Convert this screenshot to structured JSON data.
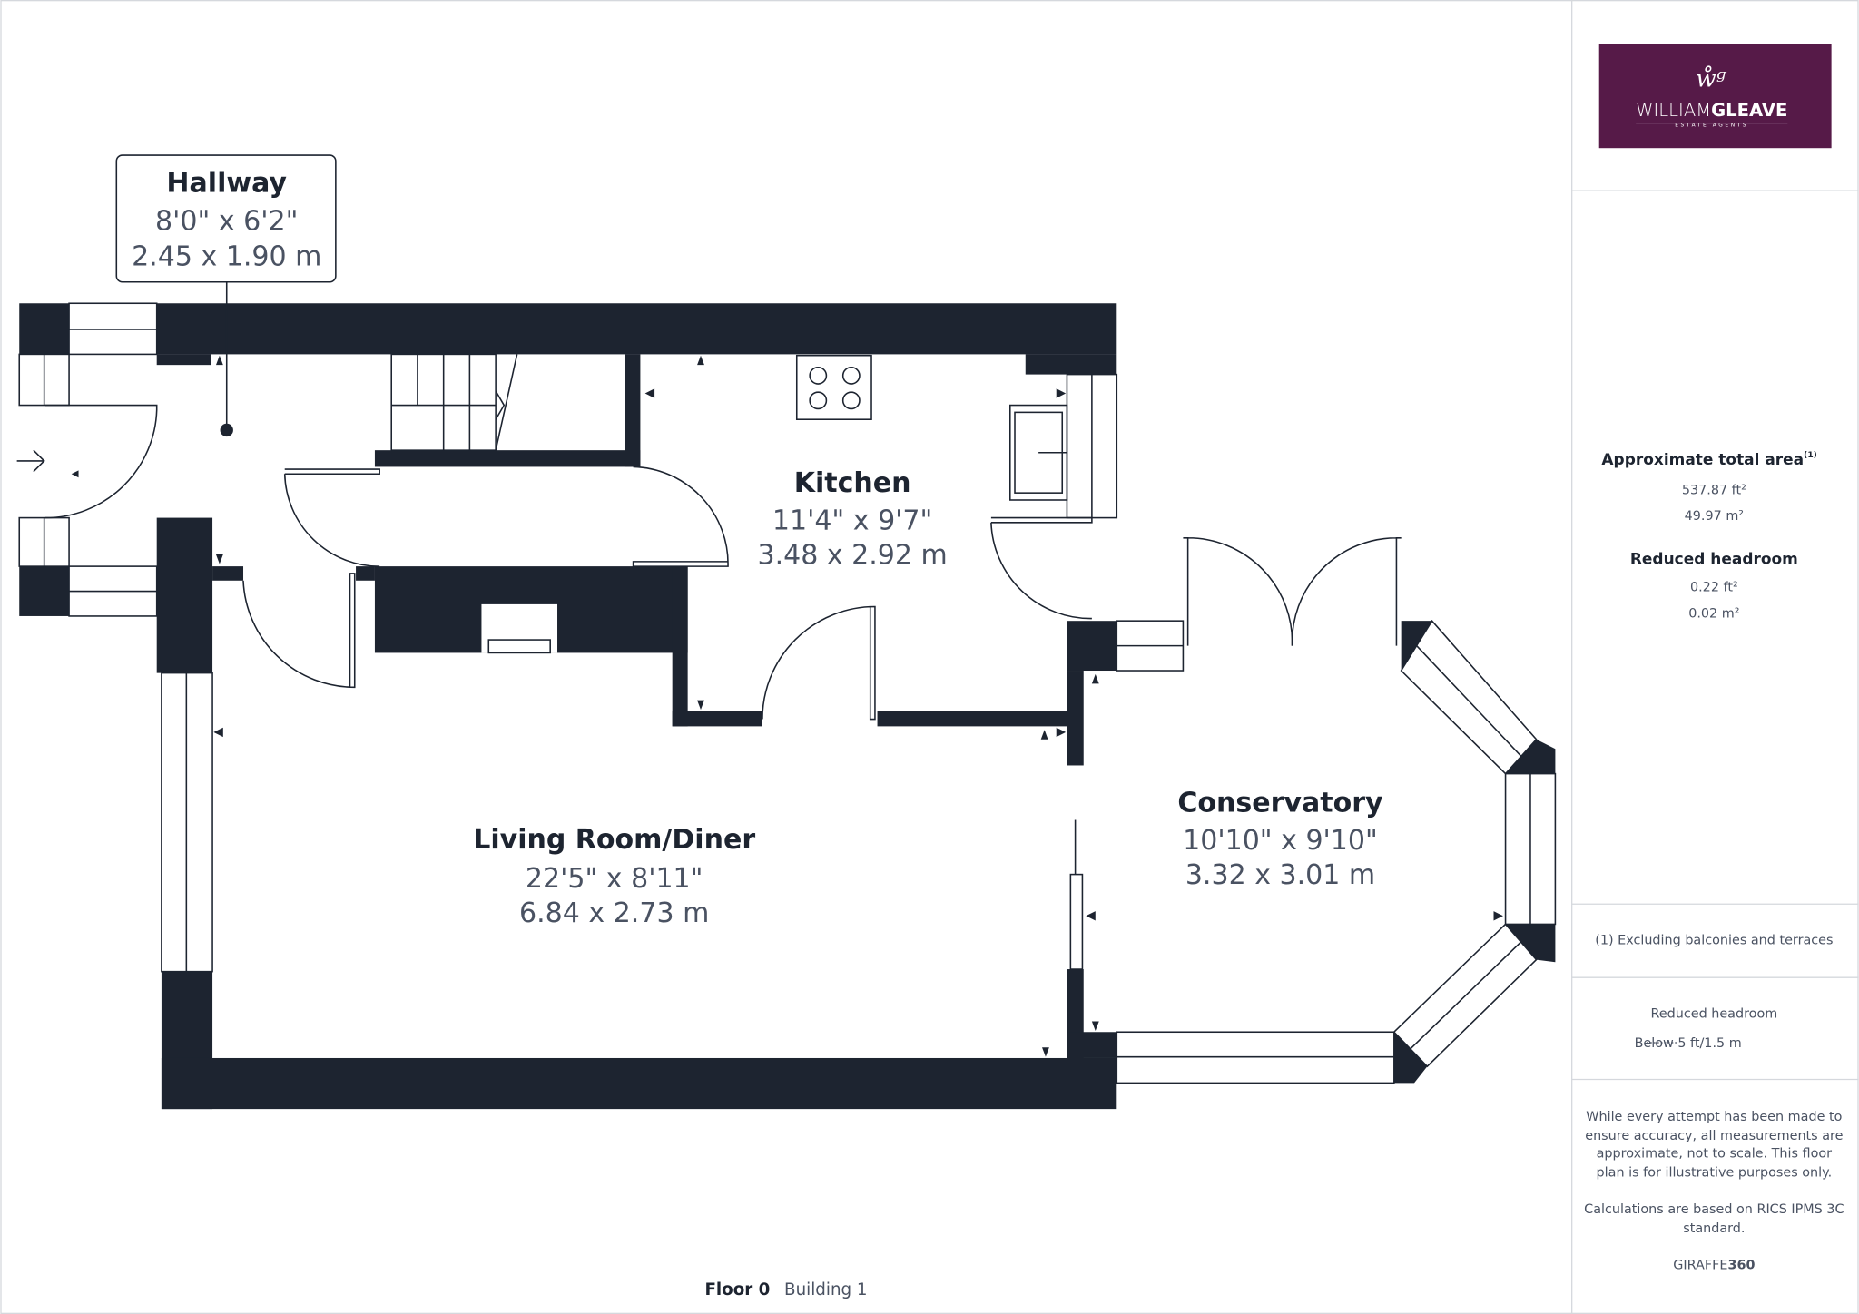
{
  "rooms": {
    "hallway": {
      "name": "Hallway",
      "imperial": "8'0\" x 6'2\"",
      "metric": "2.45 x 1.90 m"
    },
    "kitchen": {
      "name": "Kitchen",
      "imperial": "11'4\" x 9'7\"",
      "metric": "3.48 x 2.92 m"
    },
    "living": {
      "name": "Living Room/Diner",
      "imperial": "22'5\" x 8'11\"",
      "metric": "6.84 x 2.73 m"
    },
    "conservatory": {
      "name": "Conservatory",
      "imperial": "10'10\" x 9'10\"",
      "metric": "3.32 x 3.01 m"
    }
  },
  "footer": {
    "floor": "Floor 0",
    "building": "Building 1"
  },
  "logo": {
    "name_light": "WILLIAM",
    "name_bold": "GLEAVE",
    "tagline": "ESTATE AGENTS",
    "monogram": "WG",
    "color": "#561a48"
  },
  "sidebar": {
    "total_area_title": "Approximate total area",
    "total_area_note_ref": "(1)",
    "total_ft": "537.87 ft²",
    "total_m": "49.97 m²",
    "reduced_title": "Reduced headroom",
    "reduced_ft": "0.22 ft²",
    "reduced_m": "0.02 m²",
    "footnote": "(1) Excluding balconies and terraces",
    "legend_title": "Reduced headroom",
    "legend_item": "Below 5 ft/1.5 m",
    "disclaimer": [
      "While every attempt has been made to",
      "ensure accuracy, all measurements are",
      "approximate, not to scale. This floor",
      "plan is for illustrative purposes only."
    ],
    "calc": [
      "Calculations are based on RICS IPMS 3C",
      "standard."
    ],
    "brand_light": "GIRAFFE",
    "brand_bold": "360"
  }
}
